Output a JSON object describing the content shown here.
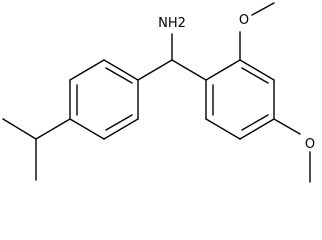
{
  "molecule": {
    "atom_labels": {
      "amine": "NH2",
      "methoxy_top_oxygen": "O",
      "methoxy_right_oxygen": "O"
    },
    "colors": {
      "bond": "#000000",
      "background": "#ffffff"
    }
  }
}
